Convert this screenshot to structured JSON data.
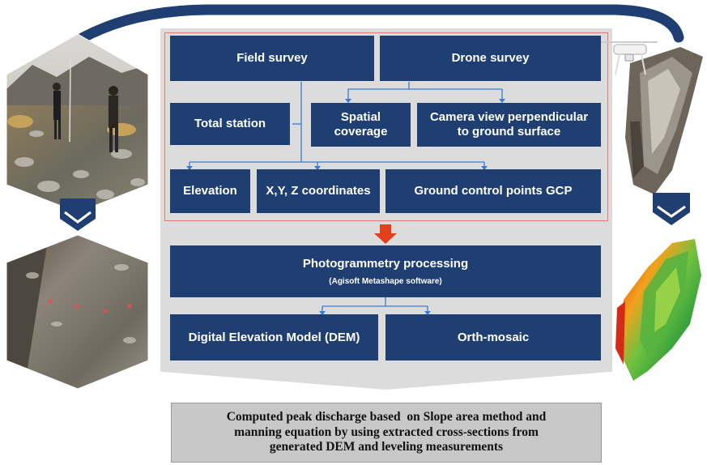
{
  "diagram": {
    "survey": {
      "field": "Field survey",
      "drone": "Drone survey"
    },
    "field_items": {
      "total_station": "Total station"
    },
    "drone_items": {
      "spatial_line1": "Spatial",
      "spatial_line2": "coverage",
      "camera_line1": "Camera view perpendicular",
      "camera_line2": "to ground surface"
    },
    "outputs": {
      "elevation": "Elevation",
      "coordinates": "X,Y, Z coordinates",
      "gcp": "Ground control points GCP"
    },
    "processing": {
      "title": "Photogrammetry processing",
      "software": "(Agisoft Metashape software)"
    },
    "products": {
      "dem": "Digital Elevation Model (DEM)",
      "orthomosaic": "Orth-mosaic"
    },
    "result": {
      "line1": "Computed peak discharge based  on Slope area method and",
      "line2": "manning equation by using extracted cross-sections from",
      "line3": "generated DEM and leveling measurements"
    },
    "colors": {
      "box": "#1f3f72",
      "panel": "#dcdcdc",
      "connector": "#3b7bd0",
      "down_arrow": "#e2401c",
      "chevron": "#1f3f72"
    },
    "icons": [
      "field-photo",
      "drone-photo",
      "drone-icon",
      "ortho-photo",
      "dem-3d-model",
      "chevron-down-icon",
      "red-down-arrow-icon"
    ]
  }
}
